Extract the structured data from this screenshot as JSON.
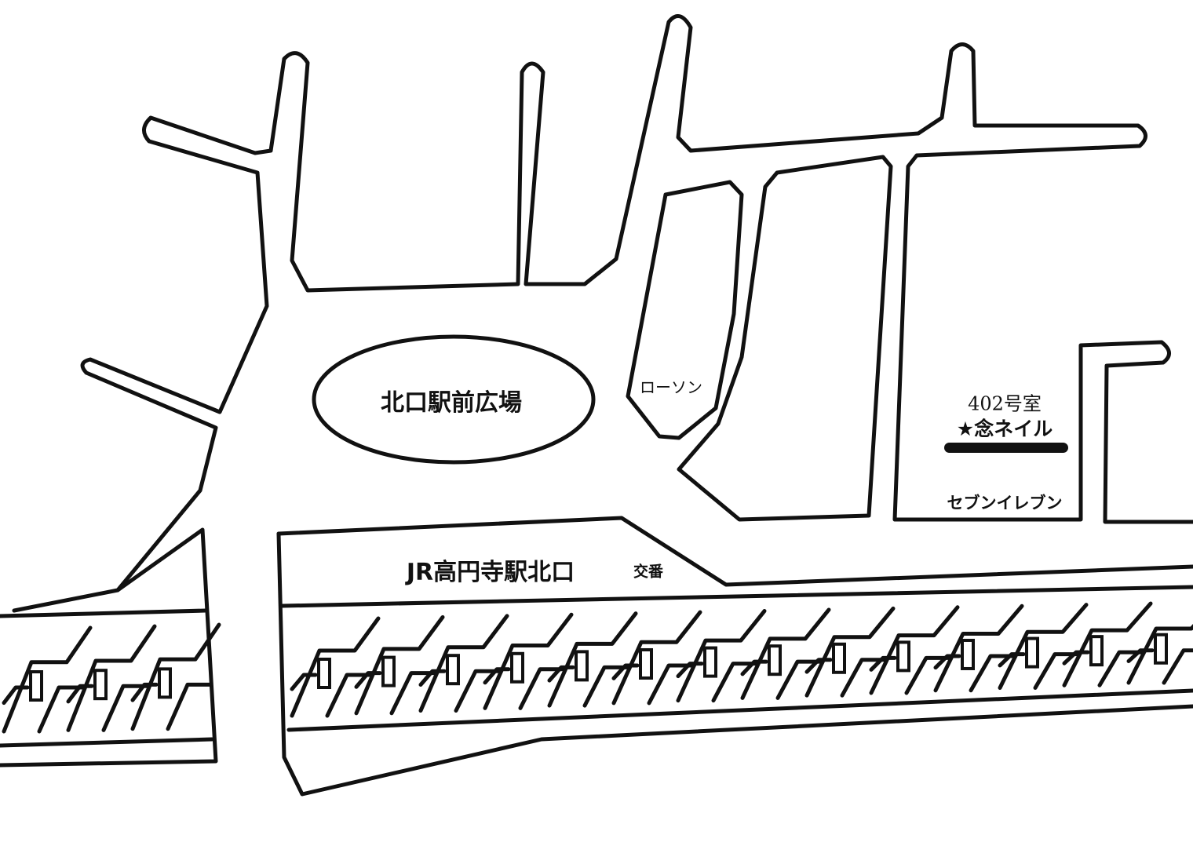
{
  "map": {
    "plaza_label": "北口駅前広場",
    "lawson_label": "ローソン",
    "room_label": "402号室",
    "shop_label": "★念ネイル",
    "seven_eleven_label": "セブンイレブン",
    "station_label": "JR高円寺駅北口",
    "police_box_label": "交番"
  },
  "colors": {
    "line": "#111111",
    "background": "#ffffff"
  }
}
